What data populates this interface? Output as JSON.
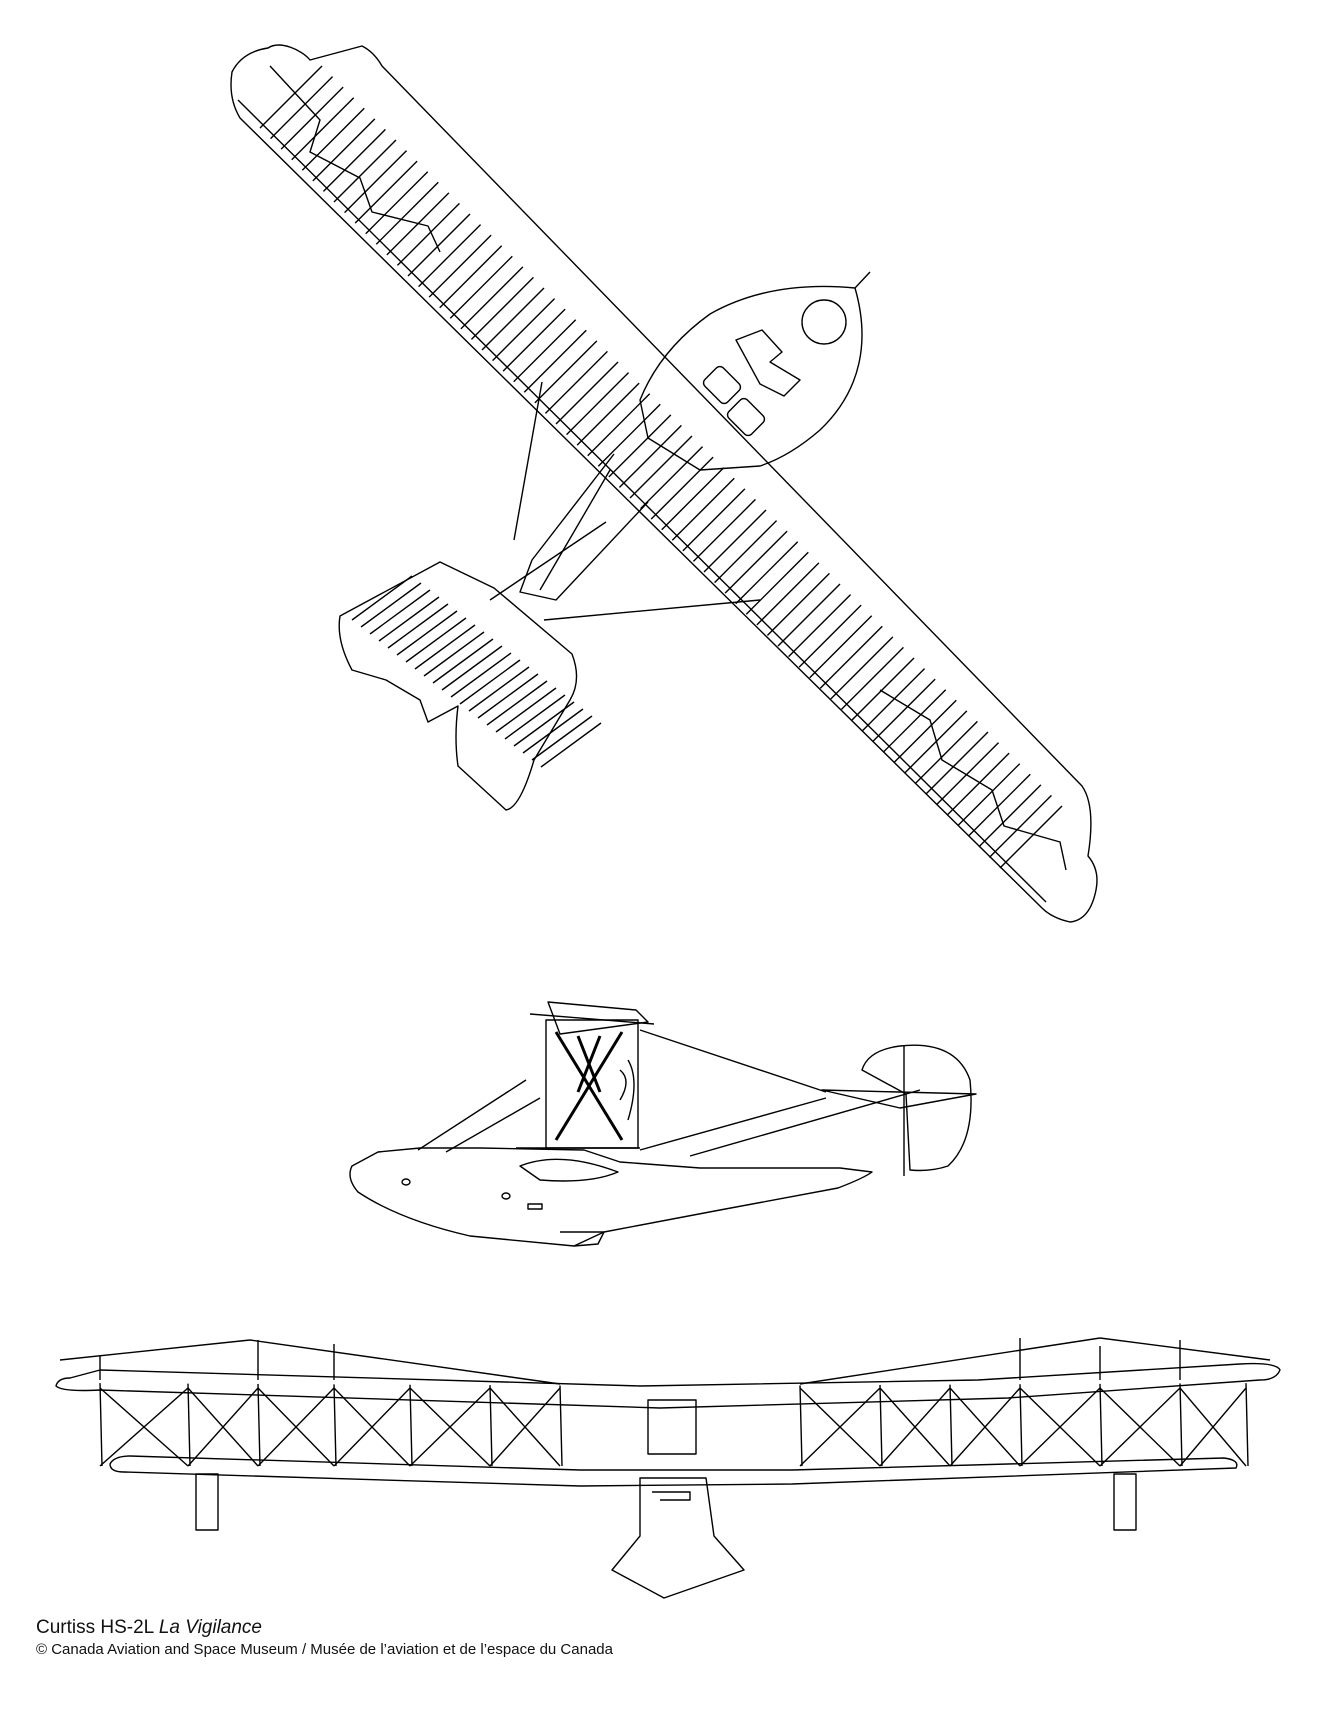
{
  "caption": {
    "title": "Curtiss HS-2L",
    "name": "La Vigilance",
    "credit": "© Canada Aviation and Space Museum / Musée de l’aviation et de l’espace du Canada"
  },
  "colors": {
    "line": "#000000",
    "background": "#ffffff"
  }
}
